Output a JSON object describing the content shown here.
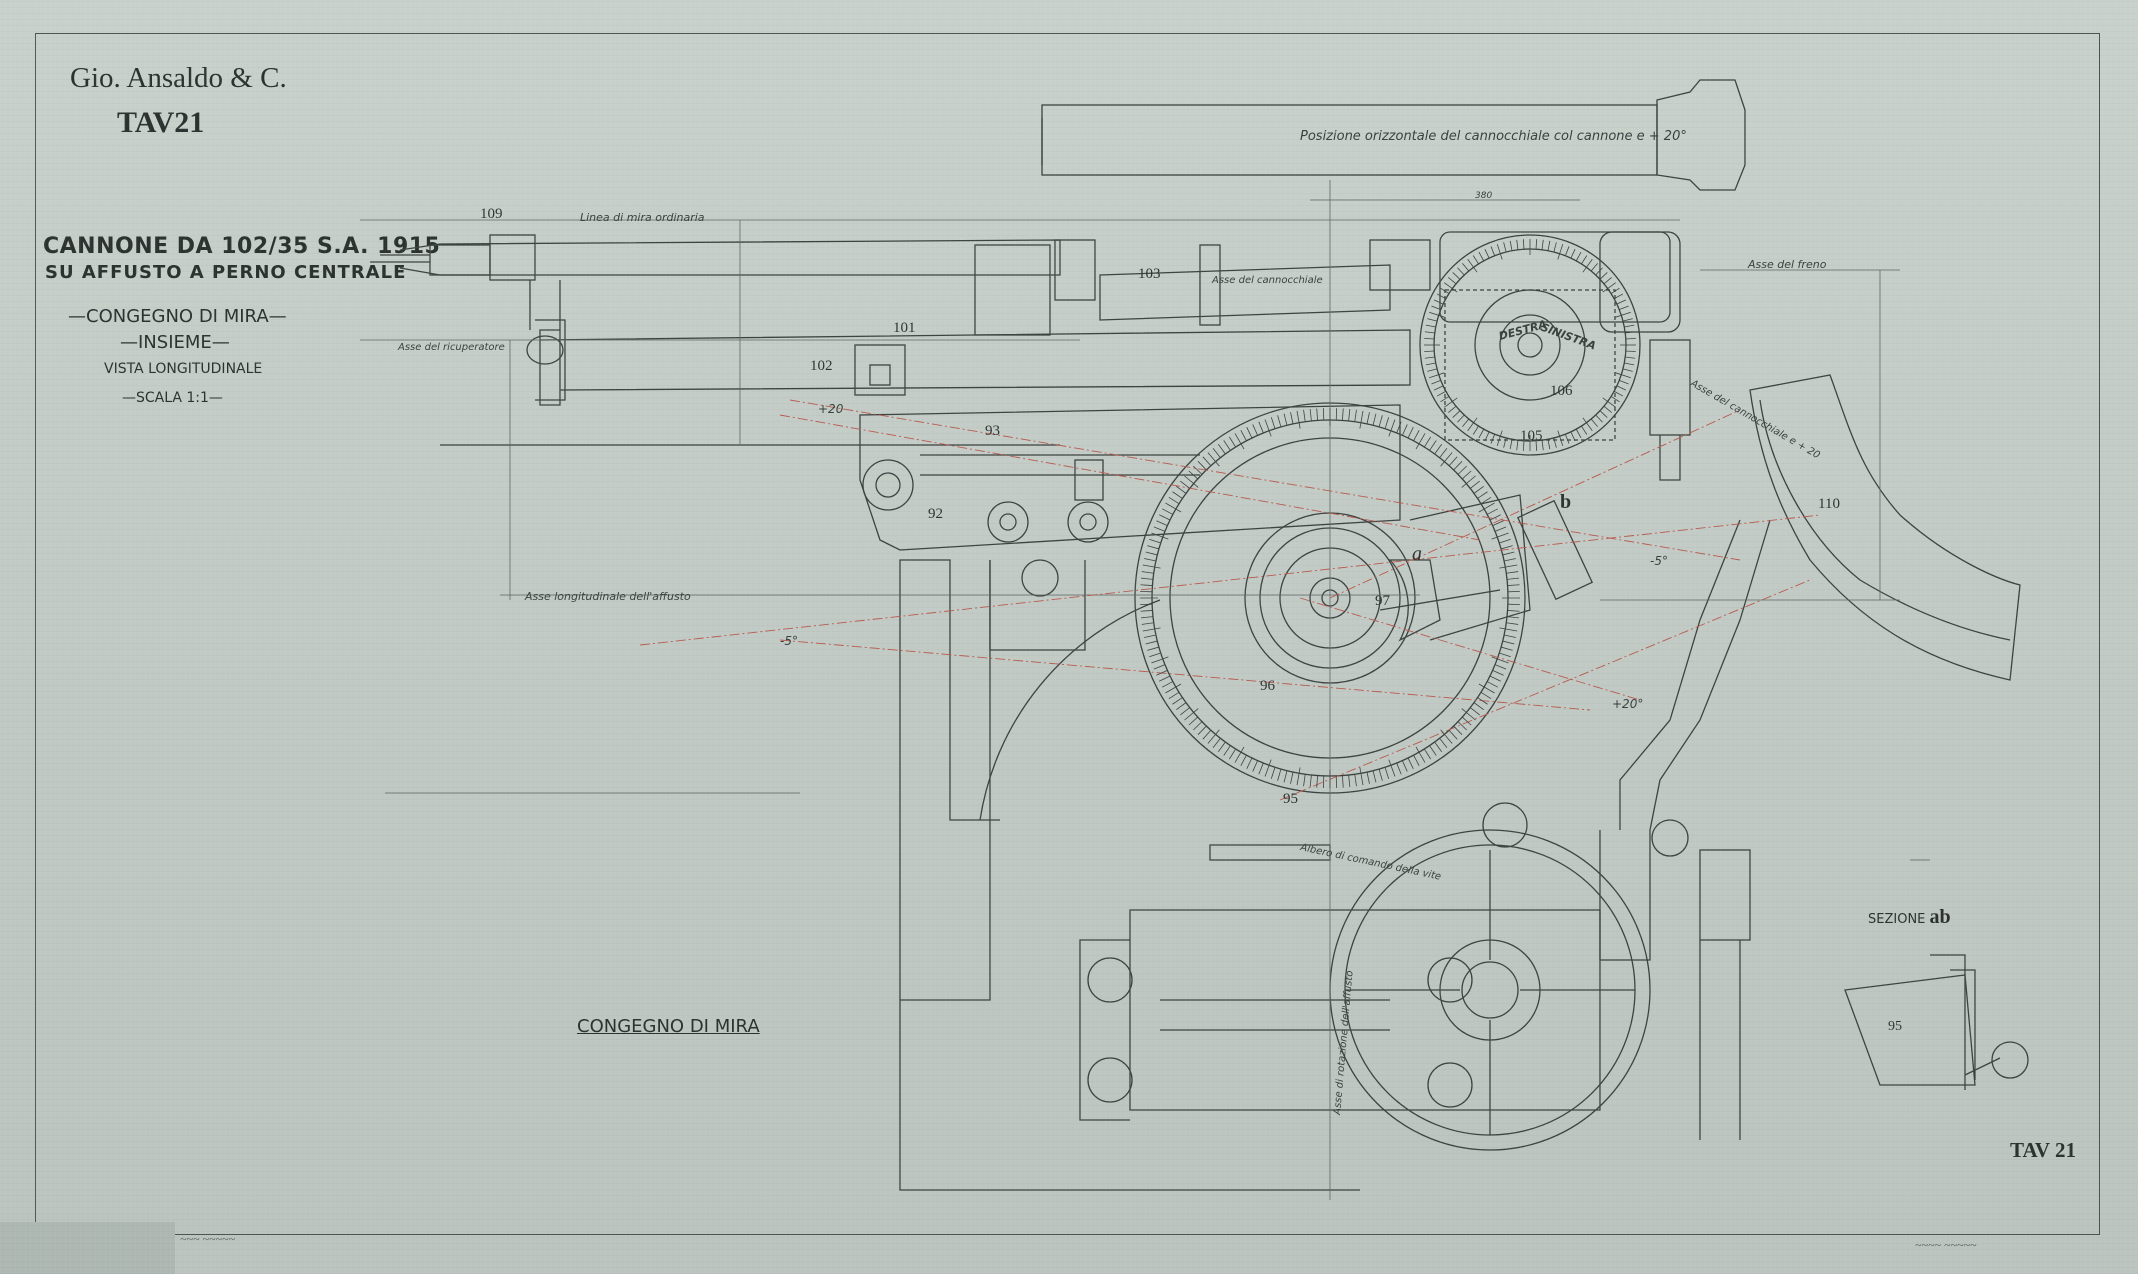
{
  "title_block": {
    "firm": "Gio. Ansaldo & C.",
    "sheet": "TAV21",
    "title_line1": "CANNONE DA 102/35 S.A. 1915",
    "title_line2": "SU AFFUSTO A PERNO CENTRALE",
    "subject": "—CONGEGNO DI MIRA—",
    "assembly": "—INSIEME—",
    "view": "VISTA LONGITUDINALE",
    "scale": "—SCALA 1:1—"
  },
  "drawing_label": "CONGEGNO DI MIRA",
  "section_label": {
    "prefix": "SEZIONE",
    "letters": "ab"
  },
  "sheet_bottom_right": "TAV 21",
  "annotations": {
    "telescope_position": "Posizione orizzontale del cannocchiale col cannone e + 20°",
    "sight_line": "Linea di mira ordinaria",
    "recuperator_axis": "Asse del ricuperatore",
    "telescope_axis": "Asse del cannocchiale",
    "brake_axis": "Asse del freno",
    "carriage_axis": "Asse longitudinale dell'affusto",
    "gear_shaft": "Albero di comando della vite",
    "transmission_axis": "Asse di rotazione dell'affusto",
    "telescope_axis_2": "Asse del cannocchiale e + 20",
    "destra": "DESTRA",
    "sinistra": "SINISTRA",
    "angle_plus20": "+20",
    "angle_minus5": "-5°",
    "angle_plus20_deg": "+20°",
    "dim_top": "380"
  },
  "part_numbers": [
    "109",
    "101",
    "102",
    "103",
    "93",
    "92",
    "106",
    "105",
    "97",
    "96",
    "95",
    "110",
    "95"
  ],
  "letters": {
    "a": "a",
    "b": "b"
  },
  "colors": {
    "paper": "#c5cdc8",
    "ink": "#3a413e",
    "red_line": "#b85a4e"
  }
}
